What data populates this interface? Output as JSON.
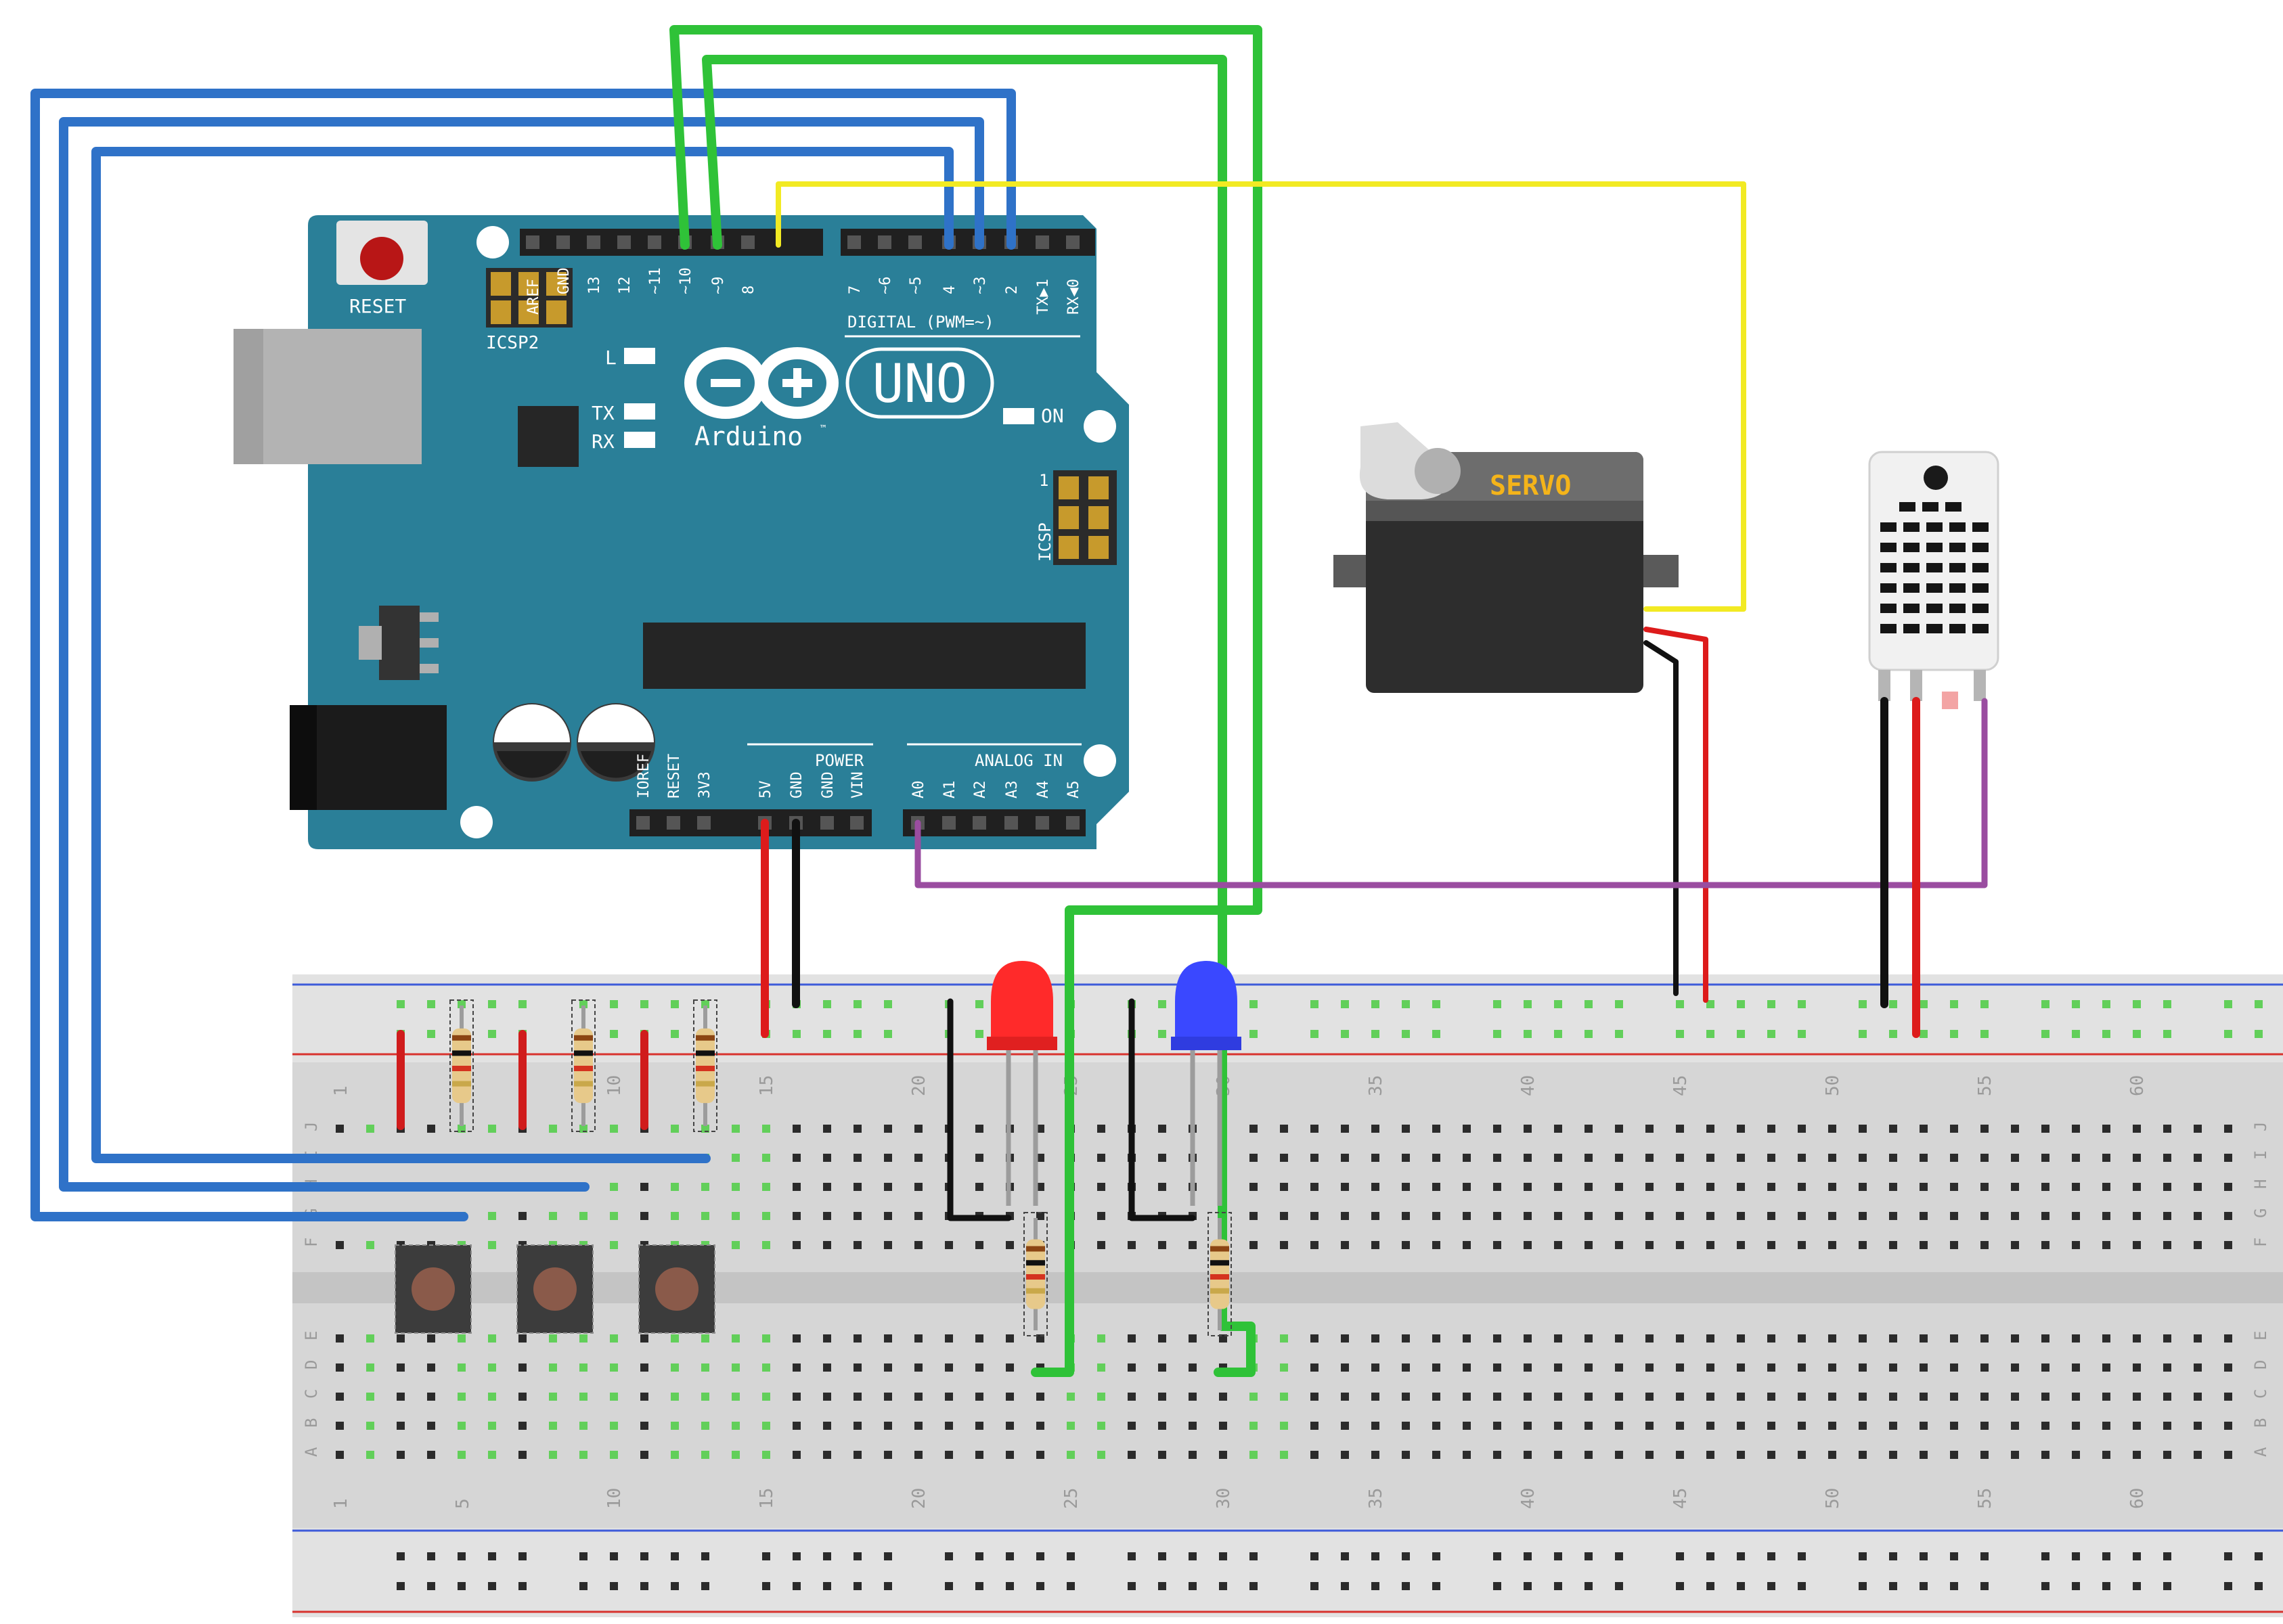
{
  "colors": {
    "board": "#2a7f98",
    "board_dark": "#1f6478",
    "silk": "#ffffff",
    "header": "#222222",
    "breadboard": "#dcdcdc",
    "breadboard_mid": "#c9c9c9",
    "rail_red": "#d8332e",
    "rail_blue": "#3d5bd9",
    "hole": "#2b2b2b",
    "hole_active": "#62cf5a",
    "wire_blue": "#2f72c8",
    "wire_green": "#2fc238",
    "wire_yellow": "#f2ea23",
    "wire_red": "#dd1b1b",
    "wire_black": "#111111",
    "wire_purple": "#9a4da0",
    "servo_body": "#2d2d2d",
    "servo_label": "#f4b41a",
    "led_red": "#ff2a2a",
    "led_blue": "#3a48ff",
    "sensor_body": "#f1f1f1"
  },
  "arduino": {
    "reset_label": "RESET",
    "icsp2_label": "ICSP2",
    "icsp_label": "ICSP",
    "icsp_pin1": "1",
    "l_label": "L",
    "tx_label": "TX",
    "rx_label": "RX",
    "on_label": "ON",
    "model": "UNO",
    "brand": "Arduino",
    "tm": "™",
    "digital_label": "DIGITAL (PWM=~)",
    "power_label": "POWER",
    "analog_label": "ANALOG IN",
    "digital_pins_left": [
      "AREF",
      "GND",
      "13",
      "12",
      "~11",
      "~10",
      "~9",
      "8"
    ],
    "digital_pins_right": [
      "7",
      "~6",
      "~5",
      "4",
      "~3",
      "2",
      "TX▶1",
      "RX◀0"
    ],
    "power_pins": [
      "IOREF",
      "RESET",
      "3V3",
      "5V",
      "GND",
      "GND",
      "VIN"
    ],
    "analog_pins": [
      "A0",
      "A1",
      "A2",
      "A3",
      "A4",
      "A5"
    ]
  },
  "servo": {
    "label": "SERVO"
  },
  "breadboard": {
    "column_numbers": [
      "1",
      "5",
      "10",
      "15",
      "20",
      "25",
      "30",
      "35",
      "40",
      "45",
      "50",
      "55",
      "60"
    ],
    "row_letters_top": [
      "J",
      "I",
      "H",
      "G",
      "F"
    ],
    "row_letters_bottom": [
      "E",
      "D",
      "C",
      "B",
      "A"
    ]
  }
}
